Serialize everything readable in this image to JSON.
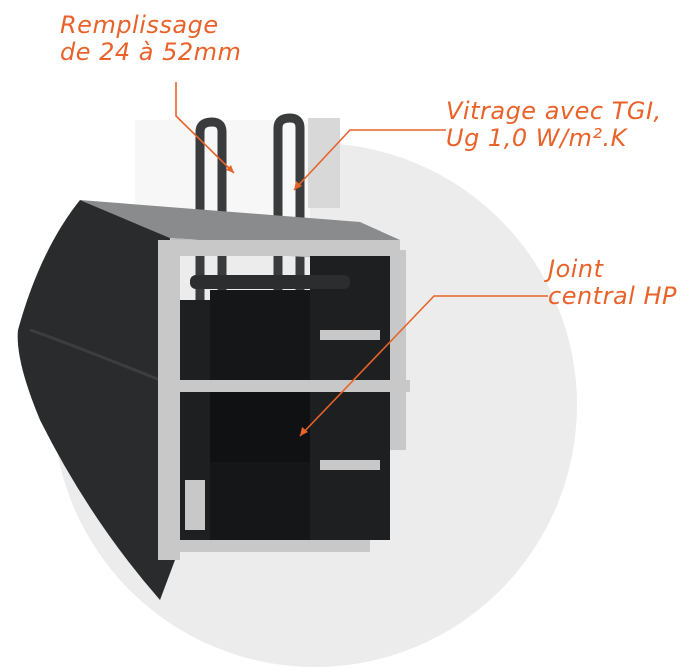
{
  "callouts": {
    "remplissage": {
      "line1": "Remplissage",
      "line2": "de 24 à 52mm"
    },
    "vitrage": {
      "line1": "Vitrage avec TGI,",
      "line2": "Ug 1,0 W/m².K"
    },
    "joint": {
      "line1": "Joint",
      "line2": "central HP"
    }
  },
  "colors": {
    "accent": "#e8622a",
    "profile": "#2a2b2d",
    "aluminium": "#c9c9c9",
    "background_circle": "#ececec",
    "glass": "#f6f6f6"
  }
}
